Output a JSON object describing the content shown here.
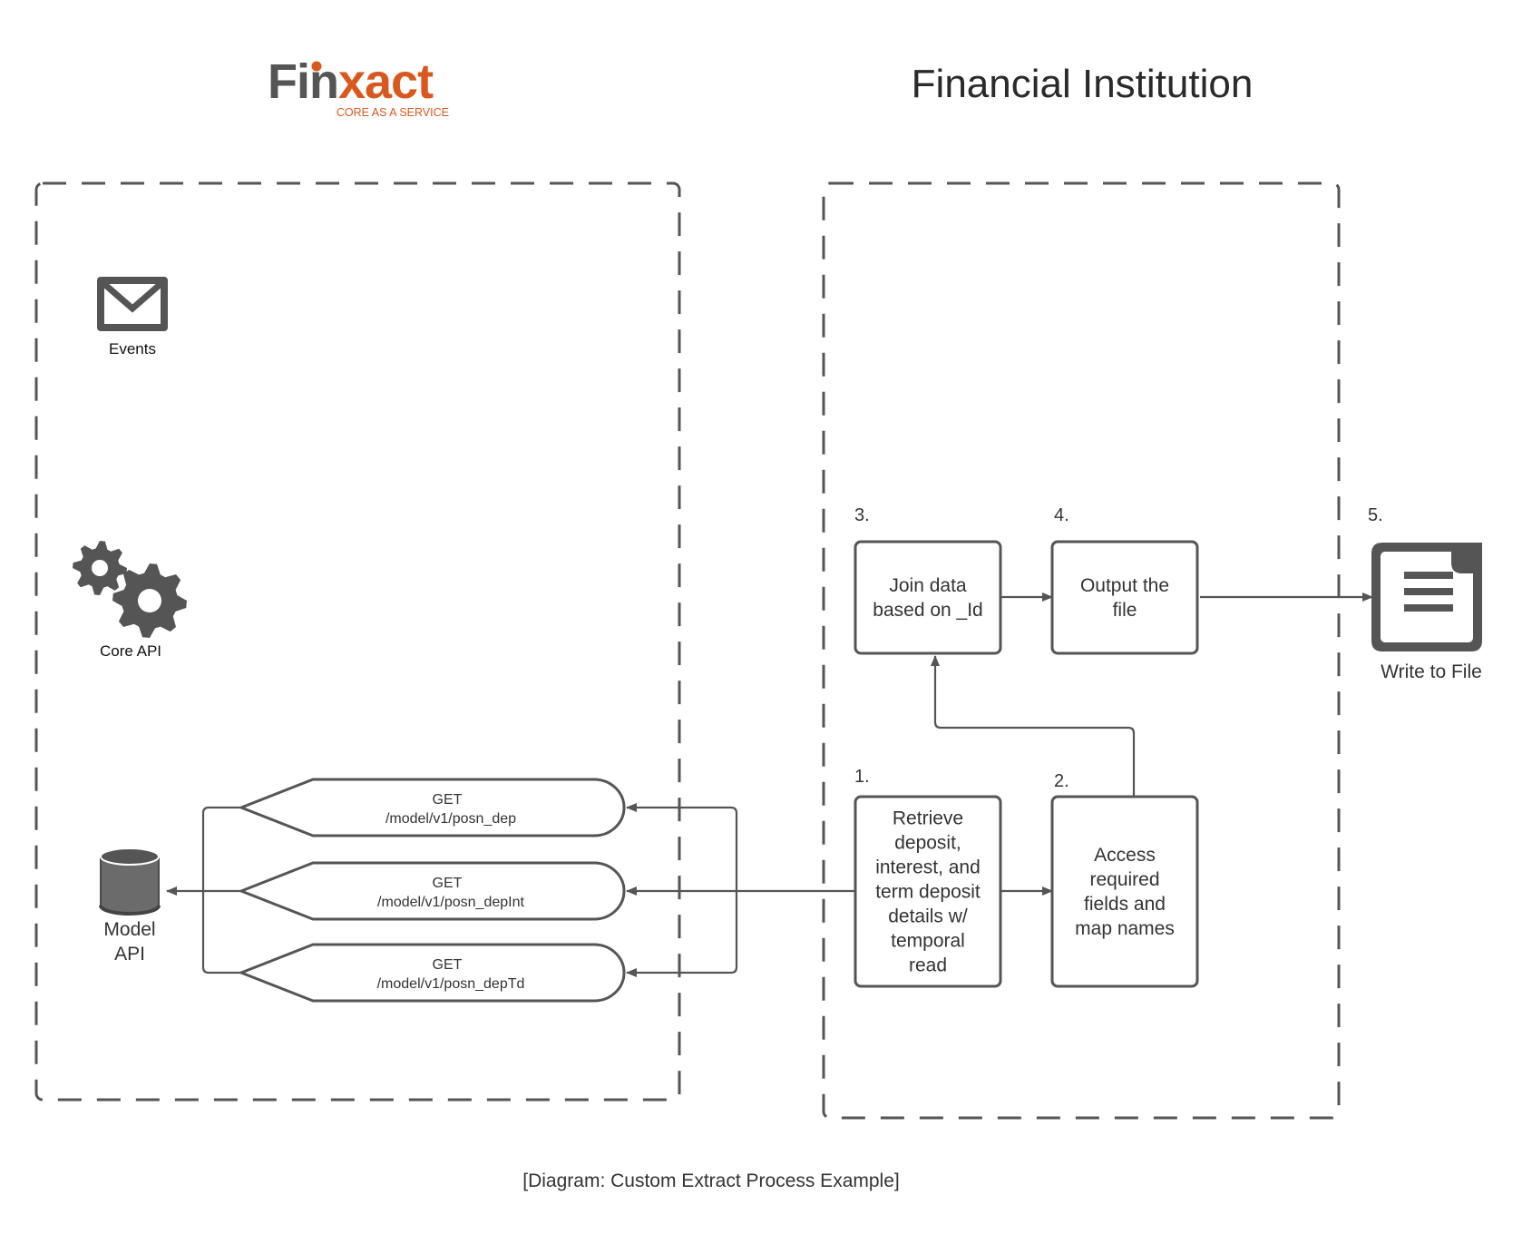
{
  "header": {
    "logo": {
      "brand_part1": "Fin",
      "brand_part2": "xact",
      "tagline": "CORE AS A SERVICE",
      "colors": {
        "gray": "#555555",
        "orange": "#d9581f"
      }
    },
    "right_title": "Financial Institution"
  },
  "finxact_zone": {
    "events": {
      "icon": "envelope-icon",
      "label": "Events"
    },
    "core_api": {
      "icon": "gears-icon",
      "label": "Core API"
    },
    "model_api": {
      "icon": "database-icon",
      "label_line1": "Model",
      "label_line2": "API"
    },
    "endpoints": [
      {
        "method": "GET",
        "path": "/model/v1/posn_dep"
      },
      {
        "method": "GET",
        "path": "/model/v1/posn_depInt"
      },
      {
        "method": "GET",
        "path": "/model/v1/posn_depTd"
      }
    ]
  },
  "institution_zone": {
    "steps": [
      {
        "number": "1.",
        "lines": [
          "Retrieve",
          "deposit,",
          "interest, and",
          "term deposit",
          "details w/",
          "temporal",
          "read"
        ]
      },
      {
        "number": "2.",
        "lines": [
          "Access",
          "required",
          "fields and",
          "map names"
        ]
      },
      {
        "number": "3.",
        "lines": [
          "Join data",
          "based on _Id"
        ]
      },
      {
        "number": "4.",
        "lines": [
          "Output the",
          "file"
        ]
      },
      {
        "number": "5.",
        "icon": "file-icon",
        "label": "Write to File"
      }
    ]
  },
  "caption": "[Diagram:  Custom Extract Process Example]",
  "colors": {
    "stroke": "#555555",
    "text": "#333333",
    "accent": "#d9581f"
  }
}
